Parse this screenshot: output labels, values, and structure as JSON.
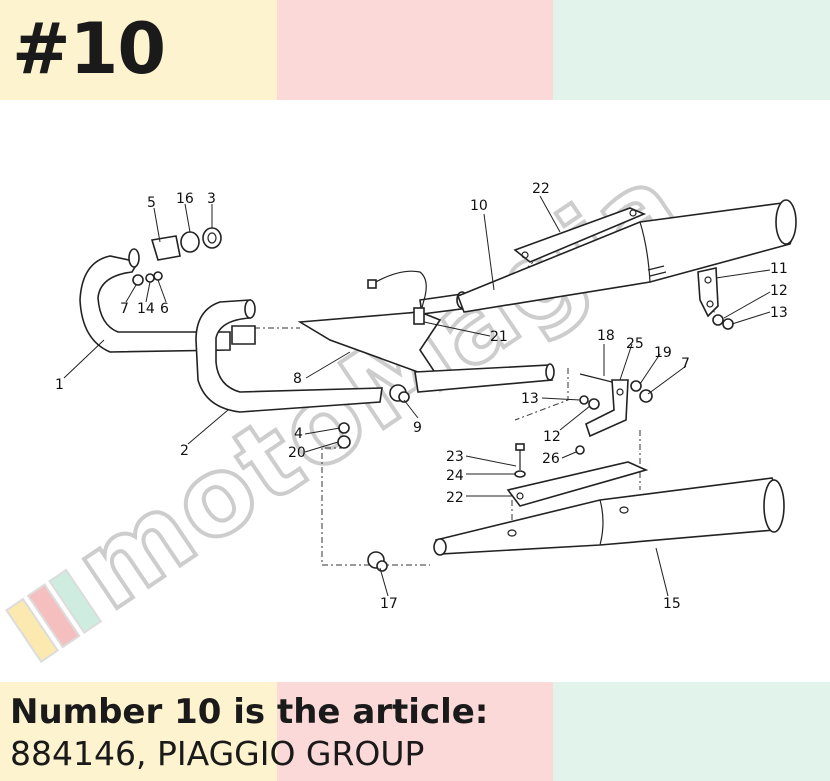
{
  "header": {
    "number": "#10"
  },
  "caption": {
    "title": "Number 10 is the article:",
    "subtitle": "884146, PIAGGIO GROUP"
  },
  "watermark": {
    "text": "motoMagia"
  },
  "colors": {
    "yellow": "#fdf3cf",
    "pink": "#fad9d8",
    "mint": "#e2f3ec",
    "ink": "#1a1a1a"
  },
  "callouts": {
    "c1": "1",
    "c2": "2",
    "c3": "3",
    "c4": "4",
    "c5": "5",
    "c6": "6",
    "c7a": "7",
    "c7b": "7",
    "c8": "8",
    "c9": "9",
    "c10": "10",
    "c11": "11",
    "c12a": "12",
    "c12b": "12",
    "c13a": "13",
    "c13b": "13",
    "c14": "14",
    "c15": "15",
    "c16": "16",
    "c17": "17",
    "c18": "18",
    "c19": "19",
    "c20": "20",
    "c21": "21",
    "c22a": "22",
    "c22b": "22",
    "c23": "23",
    "c24": "24",
    "c25": "25",
    "c26": "26"
  }
}
